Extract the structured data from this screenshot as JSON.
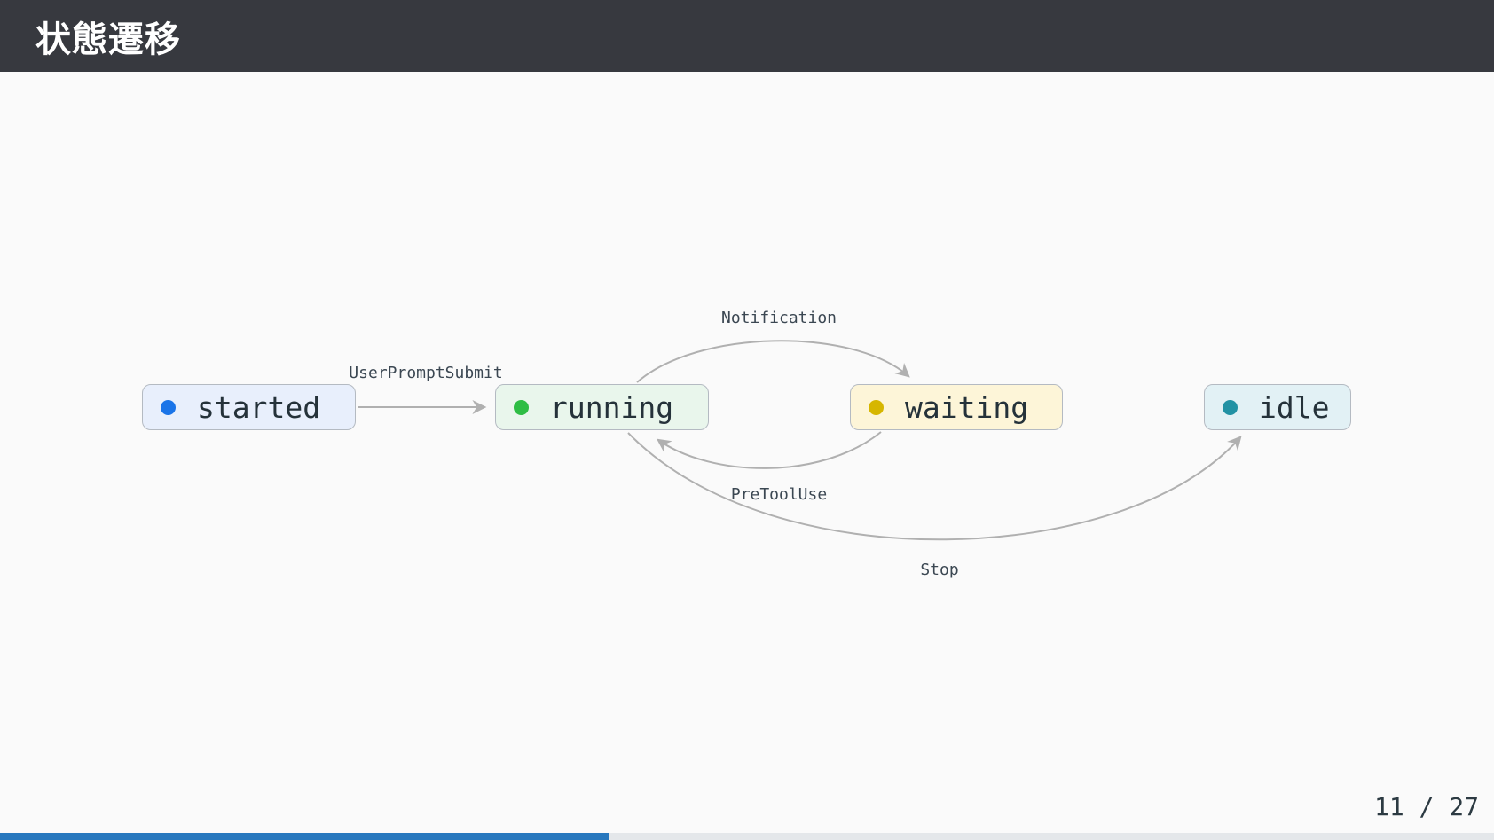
{
  "header": {
    "title": "状態遷移"
  },
  "diagram": {
    "states": [
      {
        "label": "started",
        "dot_color": "#1a74e8",
        "bg": "#e8effc"
      },
      {
        "label": "running",
        "dot_color": "#2ebd44",
        "bg": "#e9f6ec"
      },
      {
        "label": "waiting",
        "dot_color": "#d6b600",
        "bg": "#fdf5d8"
      },
      {
        "label": "idle",
        "dot_color": "#2292a4",
        "bg": "#e2f1f5"
      }
    ],
    "transitions": [
      {
        "label": "UserPromptSubmit",
        "from": "started",
        "to": "running"
      },
      {
        "label": "Notification",
        "from": "running",
        "to": "waiting"
      },
      {
        "label": "PreToolUse",
        "from": "waiting",
        "to": "running"
      },
      {
        "label": "Stop",
        "from": "running",
        "to": "idle"
      }
    ],
    "arrow_color": "#b0b0b0"
  },
  "footer": {
    "page_indicator": "11 / 27",
    "page_current": 11,
    "page_total": 27,
    "progress_percent": 40.74,
    "progress_color": "#2878be"
  }
}
